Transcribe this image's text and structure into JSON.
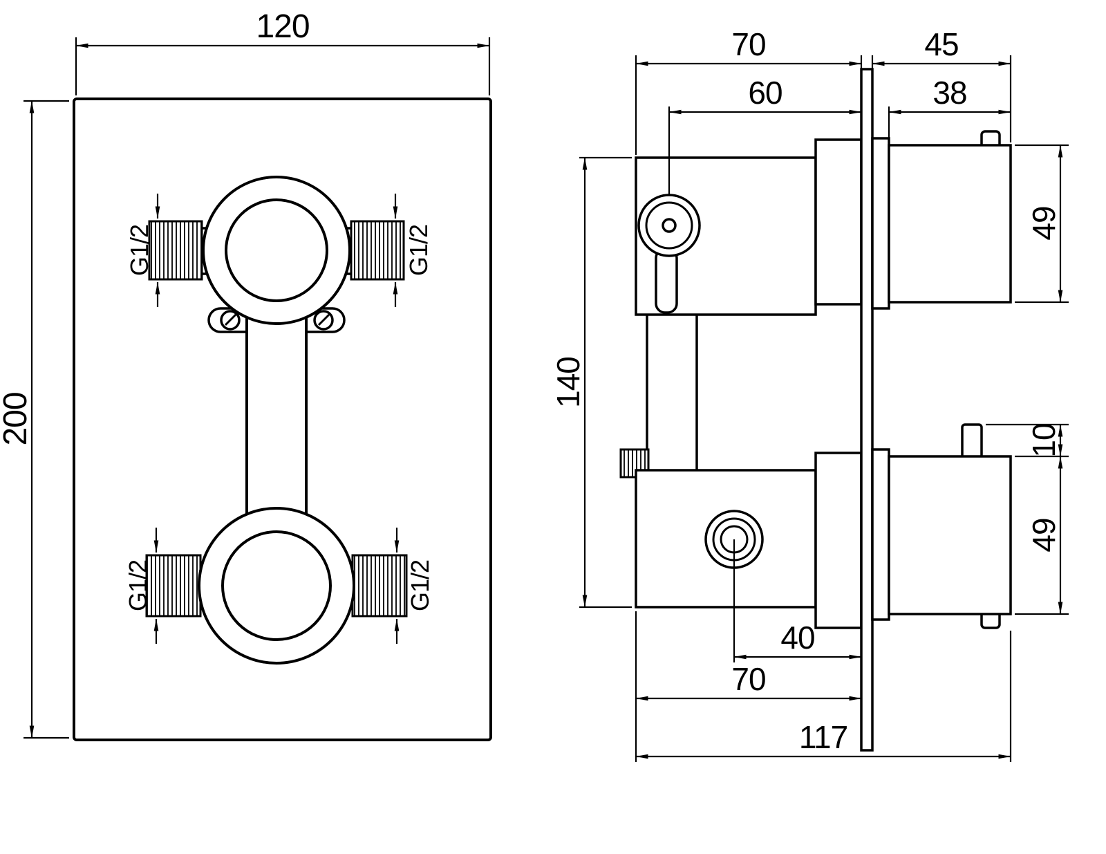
{
  "front_view": {
    "width": "120",
    "height": "200",
    "threads": {
      "top_left": "G1/2",
      "top_right": "G1/2",
      "bottom_left": "G1/2",
      "bottom_right": "G1/2"
    }
  },
  "side_view": {
    "body_depth_top": "70",
    "trim_depth_top": "45",
    "control_offset": "60",
    "handle_length": "38",
    "body_height": "140",
    "top_handle_diameter": "49",
    "diverter_knob_height": "10",
    "bottom_handle_diameter": "49",
    "outlet_offset": "40",
    "body_depth_bottom": "70",
    "total_depth": "117"
  },
  "colors": {
    "line": "#000000",
    "background": "#ffffff"
  }
}
